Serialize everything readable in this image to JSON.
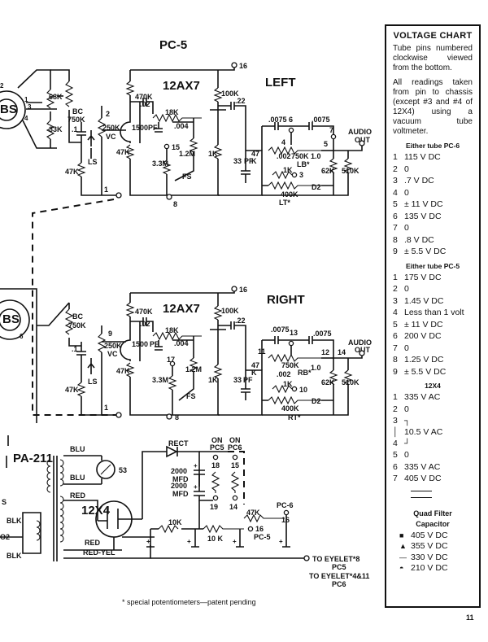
{
  "schematic": {
    "pc5_label": "PC-5",
    "tube_top": "12AX7",
    "tube_bottom": "12AX7",
    "left_label": "LEFT",
    "right_label": "RIGHT",
    "pa_label": "PA-211",
    "rect_tube": "12X4",
    "bs_label": "BS",
    "top": {
      "r68k": "68K",
      "r33k": "33K",
      "bc": "BC",
      "bc750": "750K",
      "r47k_ls": "47K",
      "ls": "LS",
      "vc": "VC",
      "vc250": "250K",
      "pin2": "2",
      "pin1": "1",
      "r470k": "470K",
      "c02": ".02",
      "r18k": "18K",
      "c1500": "1500",
      "pf": "PF",
      "c004": ".004",
      "pin15": "15",
      "r33m": "3.3M",
      "r12m": "1.2M",
      "fs": "FS",
      "r47k": "47K",
      "pin8": "8",
      "pin16": "16",
      "r100k": "100K",
      "c22": ".22",
      "r1k": "1K",
      "c0075a": ".0075",
      "pin6": "6",
      "c0075b": ".0075",
      "c002": ".002",
      "r750k": "750K",
      "lb": "LB*",
      "pin4": "4",
      "r47k2": "47",
      "k": "K",
      "c33pf": "33",
      "pf2": "PF",
      "r1k2": "1K",
      "pin3": "3",
      "c10": "1.0",
      "pin5": "5",
      "pin7": "7",
      "r400k": "400K",
      "lt": "LT*",
      "d2": "D2",
      "r62k": "62K",
      "r510k": "510K",
      "audio": "AUDIO",
      "out": "OUT",
      "c1": ".1"
    },
    "bottom": {
      "bc": "BC",
      "bc750": "750K",
      "vc": "VC",
      "vc250": "250K",
      "pin9": "9",
      "c1": ".1",
      "ls": "LS",
      "r47k_ls": "47K",
      "pin1": "1",
      "pin6": "6",
      "pin17": "17",
      "r470k": "470K",
      "c02": ".02",
      "r18k": "18K",
      "c1500": "1500",
      "pf": "PF",
      "c004": ".004",
      "r33m": "3.3M",
      "r12m": "1.2M",
      "fs": "FS",
      "r47k": "47K",
      "pin8": "8",
      "pin16": "16",
      "r100k": "100K",
      "c22": ".22",
      "r1k": "1K",
      "c0075a": ".0075",
      "pin13": "13",
      "c0075b": ".0075",
      "pin11": "11",
      "c002": ".002",
      "r750k": "750K",
      "rb": "RB*",
      "r47k2": "47",
      "k": "K",
      "c33pf": "33",
      "pf2": "PF",
      "r1k2": "1K",
      "pin10": "10",
      "c10": "1.0",
      "pin12": "12",
      "pin14": "14",
      "r400k": "400K",
      "rt": "RT*",
      "d2": "D2",
      "r62k": "62K",
      "r510k": "510K",
      "audio": "AUDIO",
      "out": "OUT"
    },
    "power": {
      "blu1": "BLU",
      "blu2": "BLU",
      "red": "RED",
      "red2": "RED",
      "red_yel": "RED-YEL",
      "blk1": "BLK",
      "blk2": "BLK",
      "s": "S",
      "o2": "O2",
      "pin53": "53",
      "rect": "RECT",
      "on1": "ON",
      "pc5": "PC5",
      "on2": "ON",
      "pc6": "PC6",
      "pin18": "18",
      "pin15": "15",
      "c2000a": "2000",
      "mfd_a": "MFD",
      "c2000b": "2000",
      "mfd_b": "MFD",
      "pin19": "19",
      "pin14": "14",
      "r47k": "47K",
      "pc6_lbl": "PC-6",
      "pin16a": "16",
      "r10ka": "10K",
      "r10kb": "10 K",
      "pin16b": "16",
      "pc5_lbl": "PC-5",
      "eyelet1": "TO EYELET*8",
      "eyelet1_sub": "PC5",
      "eyelet2": "TO EYELET*4&11",
      "eyelet2_sub": "PC6"
    },
    "footnote": "* special potentiometers—patent pending"
  },
  "chart": {
    "title": "VOLTAGE CHART",
    "intro": "Tube pins numbered clockwise viewed from the bottom.",
    "readings": "All readings taken from pin to chassis (except #3 and #4 of 12X4) using a vacuum tube voltmeter.",
    "pc6_heading": "Either tube PC-6",
    "pc6_rows": [
      {
        "pin": "1",
        "value": "115 V DC"
      },
      {
        "pin": "2",
        "value": "0"
      },
      {
        "pin": "3",
        "value": ".7 V DC"
      },
      {
        "pin": "4",
        "value": "0"
      },
      {
        "pin": "5",
        "value": "± 11 V DC"
      },
      {
        "pin": "6",
        "value": "135 V DC"
      },
      {
        "pin": "7",
        "value": "0"
      },
      {
        "pin": "8",
        "value": ".8 V DC"
      },
      {
        "pin": "9",
        "value": "± 5.5 V DC"
      }
    ],
    "pc5_heading": "Either tube PC-5",
    "pc5_rows": [
      {
        "pin": "1",
        "value": "175 V DC"
      },
      {
        "pin": "2",
        "value": "0"
      },
      {
        "pin": "3",
        "value": "1.45 V DC"
      },
      {
        "pin": "4",
        "value": "Less than 1 volt"
      },
      {
        "pin": "5",
        "value": "± 11 V DC"
      },
      {
        "pin": "6",
        "value": "200 V DC"
      },
      {
        "pin": "7",
        "value": "0"
      },
      {
        "pin": "8",
        "value": "1.25 V DC"
      },
      {
        "pin": "9",
        "value": "± 5.5 V DC"
      }
    ],
    "x4_heading": "12X4",
    "x4_rows_a": [
      {
        "pin": "1",
        "value": "335 V AC"
      },
      {
        "pin": "2",
        "value": "0"
      }
    ],
    "x4_pin3": "3",
    "x4_split_value": "10.5 V AC",
    "x4_pin4": "4",
    "x4_rows_b": [
      {
        "pin": "5",
        "value": "0"
      },
      {
        "pin": "6",
        "value": "335 V AC"
      },
      {
        "pin": "7",
        "value": "405 V DC"
      }
    ],
    "quad_heading_1": "Quad Filter",
    "quad_heading_2": "Capacitor",
    "quad_rows": [
      {
        "icon": "■",
        "value": "405 V DC"
      },
      {
        "icon": "▲",
        "value": "355 V DC"
      },
      {
        "icon": "—",
        "value": "330 V DC"
      },
      {
        "icon": "◓",
        "value": "210 V DC"
      }
    ]
  },
  "page_number": "11"
}
